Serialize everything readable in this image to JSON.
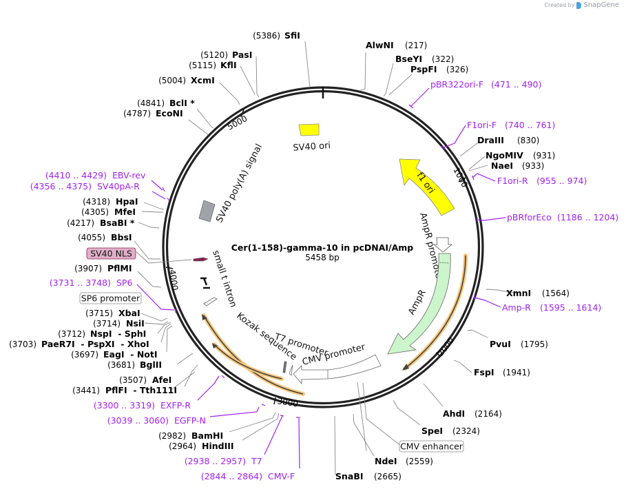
{
  "credit": {
    "created_by": "Created by",
    "brand": "SnapGene"
  },
  "map": {
    "title": "Cer(1-158)-gamma-10 in pcDNAI/Amp",
    "length_label": "5458 bp",
    "length": 5458,
    "ticks": [
      {
        "label": "1000",
        "pos": 1000
      },
      {
        "label": "2000",
        "pos": 2000
      },
      {
        "label": "3000",
        "pos": 3000
      },
      {
        "label": "4000",
        "pos": 4000
      },
      {
        "label": "5000",
        "pos": 5000
      }
    ]
  },
  "enzymes": [
    {
      "name": "SfiI",
      "pos": "(5386)"
    },
    {
      "name": "AlwNI",
      "pos": "(217)"
    },
    {
      "name": "BseYI",
      "pos": "(322)"
    },
    {
      "name": "PspFI",
      "pos": "(326)"
    },
    {
      "name": "PasI",
      "pos": "(5120)"
    },
    {
      "name": "KflI",
      "pos": "(5115)"
    },
    {
      "name": "XcmI",
      "pos": "(5004)"
    },
    {
      "name": "BclI *",
      "pos": "(4841)"
    },
    {
      "name": "EcoNI",
      "pos": "(4787)"
    },
    {
      "name": "DraIII",
      "pos": "(830)"
    },
    {
      "name": "NgoMIV",
      "pos": "(931)"
    },
    {
      "name": "NaeI",
      "pos": "(933)"
    },
    {
      "name": "HpaI",
      "pos": "(4318)"
    },
    {
      "name": "MfeI",
      "pos": "(4305)"
    },
    {
      "name": "BsaBI *",
      "pos": "(4217)"
    },
    {
      "name": "BbsI",
      "pos": "(4055)"
    },
    {
      "name": "PflMI",
      "pos": "(3907)"
    },
    {
      "name": "XbaI",
      "pos": "(3715)"
    },
    {
      "name": "NsiI",
      "pos": "(3714)"
    },
    {
      "name": "NspI  - SphI",
      "pos": "(3712)"
    },
    {
      "name": "PaeR7I  - PspXI  - XhoI",
      "pos": "(3703)"
    },
    {
      "name": "EagI  - NotI",
      "pos": "(3697)"
    },
    {
      "name": "BglII",
      "pos": "(3681)"
    },
    {
      "name": "AfeI",
      "pos": "(3507)"
    },
    {
      "name": "PflFI  - Tth111I",
      "pos": "(3441)"
    },
    {
      "name": "BamHI",
      "pos": "(2982)"
    },
    {
      "name": "HindIII",
      "pos": "(2964)"
    },
    {
      "name": "XmnI",
      "pos": "(1564)"
    },
    {
      "name": "PvuI",
      "pos": "(1795)"
    },
    {
      "name": "FspI",
      "pos": "(1941)"
    },
    {
      "name": "AhdI",
      "pos": "(2164)"
    },
    {
      "name": "SpeI",
      "pos": "(2324)"
    },
    {
      "name": "NdeI",
      "pos": "(2559)"
    },
    {
      "name": "SnaBI",
      "pos": "(2665)"
    }
  ],
  "primers": [
    {
      "name": "pBR322ori-F",
      "range": "(471 .. 490)"
    },
    {
      "name": "F1ori-F",
      "range": "(740 .. 761)"
    },
    {
      "name": "F1ori-R",
      "range": "(955 .. 974)"
    },
    {
      "name": "pBRforEco",
      "range": "(1186 .. 1204)"
    },
    {
      "name": "Amp-R",
      "range": "(1595 .. 1614)"
    },
    {
      "name": "EBV-rev",
      "range": "(4410 .. 4429)"
    },
    {
      "name": "SV40pA-R",
      "range": "(4356 .. 4375)"
    },
    {
      "name": "SP6",
      "range": "(3731 .. 3748)"
    },
    {
      "name": "EXFP-R",
      "range": "(3300 .. 3319)"
    },
    {
      "name": "EGFP-N",
      "range": "(3039 .. 3060)"
    },
    {
      "name": "T7",
      "range": "(2938 .. 2957)"
    },
    {
      "name": "CMV-F",
      "range": "(2844 .. 2864)"
    }
  ],
  "features": {
    "sv40_ori": "SV40 ori",
    "f1_ori": "f1 ori",
    "ampr_promoter": "AmpR promoter",
    "ampr": "AmpR",
    "sv40_polya": "SV40 poly(A) signal",
    "small_t_intron": "small t intron",
    "kozak": "Kozak sequence",
    "t7_promoter": "T7 promoter",
    "cmv_promoter": "CMV promoter",
    "sv40_nls": "SV40 NLS",
    "sp6_promoter": "SP6 promoter",
    "cmv_enhancer": "CMV enhancer"
  },
  "colors": {
    "primer": "#a020f0",
    "f1_ori": "#ffff00",
    "sv40_ori": "#ffff00",
    "ampr": "#ccf5cc",
    "sv40_polya": "#a0a4a8",
    "sv40_nls": "#e0b0c8",
    "nls_mark": "#8b2252",
    "orf_halo": "#f7c67a"
  }
}
